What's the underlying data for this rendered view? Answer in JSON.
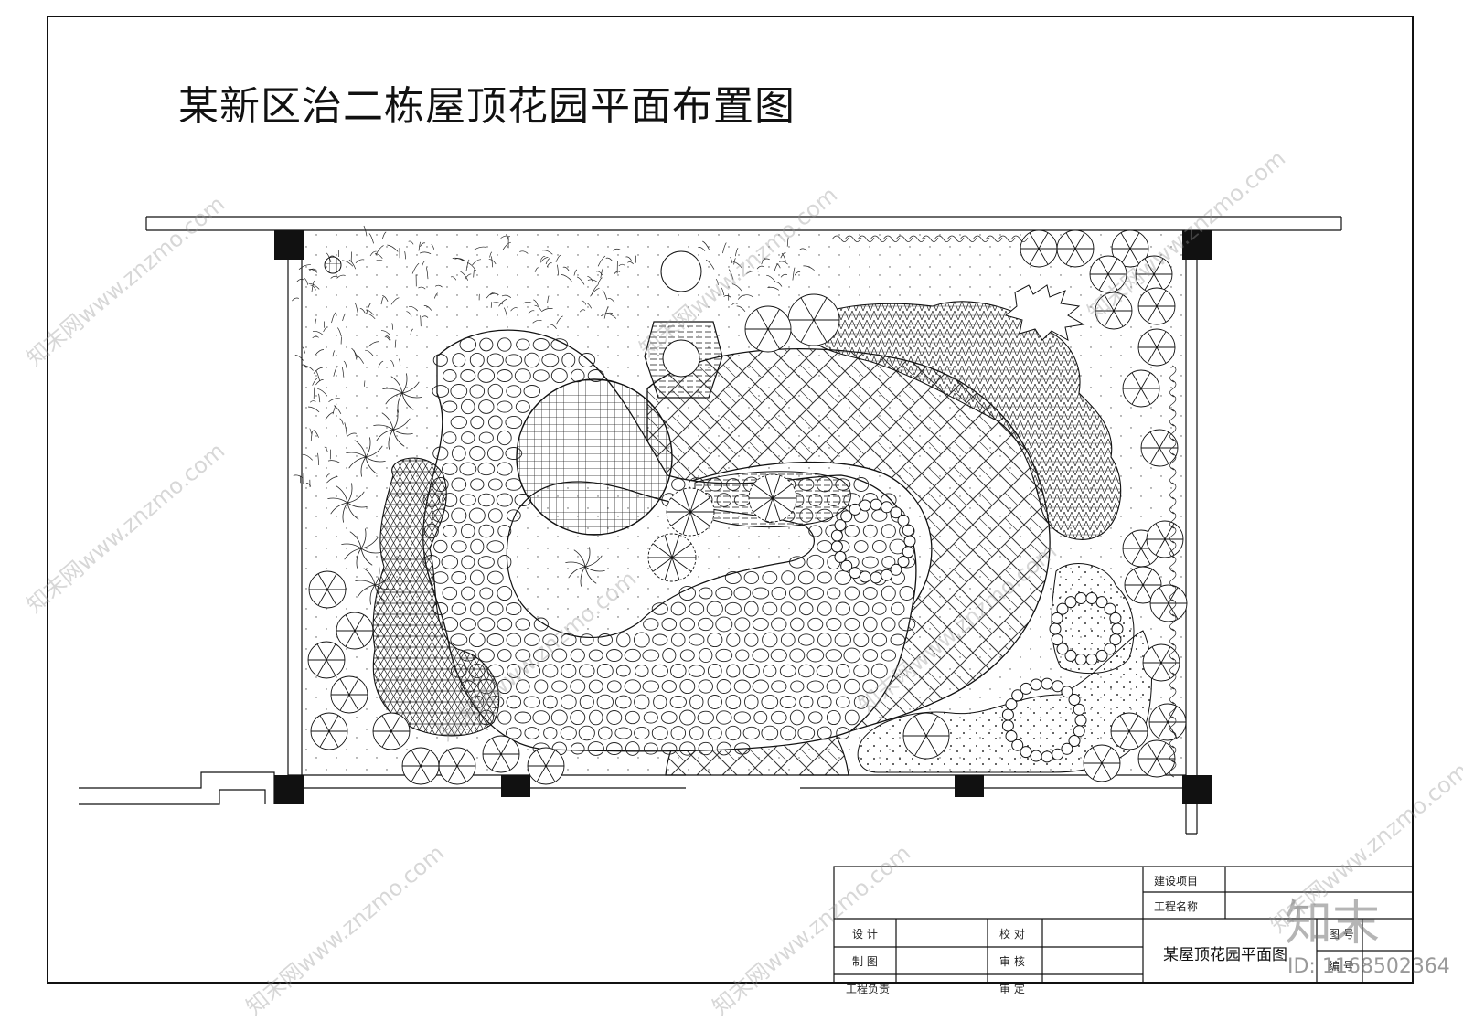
{
  "drawing": {
    "title": "某新区治二栋屋顶花园平面布置图"
  },
  "title_block": {
    "project": "建设项目",
    "project_name": "工程名称",
    "design": "设 计",
    "drafting": "制 图",
    "engineer_in_charge": "工程负责",
    "proofread": "校 对",
    "review": "审 核",
    "approve": "审 定",
    "drawing_name": "某屋顶花园平面图",
    "sheet": "图 号",
    "number": "编 号"
  },
  "watermark": {
    "site": "知末网www.znzmo.com",
    "logo": "知末",
    "id": "ID: 1168502364"
  },
  "icons": [
    "tree-icon",
    "shrub-icon",
    "bamboo-icon",
    "palm-icon",
    "column-icon"
  ],
  "colors": {
    "line": "#1a1a1a",
    "paper": "#ffffff",
    "watermark": "#969696"
  }
}
